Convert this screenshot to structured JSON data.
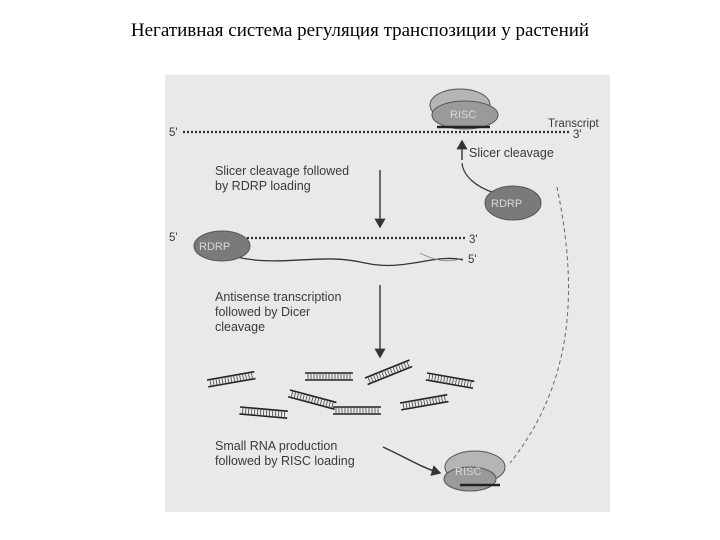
{
  "slide": {
    "title": "Негативная система регуляция транспозиции у растений"
  },
  "diagram": {
    "top_strand": {
      "five_prime": "5'",
      "three_prime": "3'",
      "label": "Transcript"
    },
    "risc_top": "RISC",
    "slicer_arrow_label": "Slicer cleavage",
    "rdrp_right": "RDRP",
    "step1": {
      "line1": "Slicer cleavage followed",
      "line2": "by RDRP loading"
    },
    "middle_strand": {
      "five_prime": "5'",
      "three_prime": "3'",
      "tail_five_prime": "5'"
    },
    "rdrp_left": "RDRP",
    "step2": {
      "line1": "Antisense transcription",
      "line2": "followed by Dicer",
      "line3": "cleavage"
    },
    "step3": {
      "line1": "Small RNA production",
      "line2": "followed by RISC loading"
    },
    "risc_bottom": "RISC"
  },
  "colors": {
    "figure_background": "#e9e9e9",
    "ink": "#333333",
    "blob": "#7a7a7a",
    "blob_light": "#b5b5b5"
  },
  "icons": [
    "risc-complex",
    "rdrp-enzyme",
    "sirna-duplex",
    "process-arrow"
  ]
}
